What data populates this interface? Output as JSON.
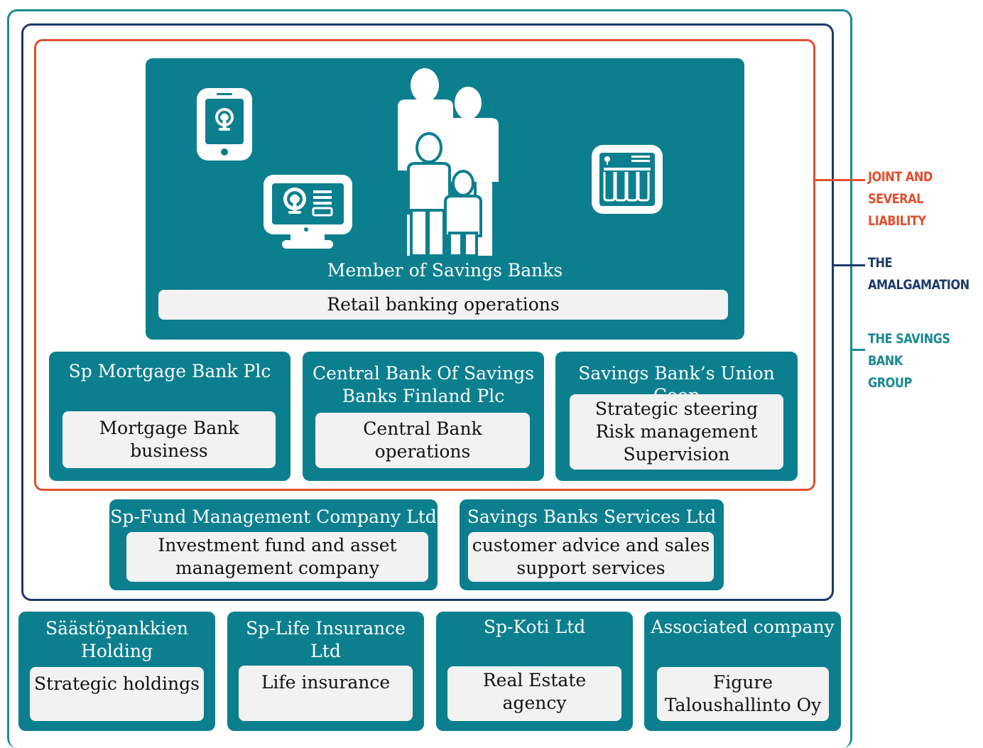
{
  "legend": {
    "liability": {
      "lines": [
        "JOINT AND SEVERAL",
        "LIABILITY"
      ],
      "color": "#e0502f"
    },
    "amalgamation": {
      "lines": [
        "THE AMALGAMATION"
      ],
      "color": "#1d3a6b"
    },
    "group": {
      "lines": [
        "THE SAVINGS BANK",
        "GROUP"
      ],
      "color": "#1a8a93"
    }
  },
  "colors": {
    "box": "#0c7f8f",
    "inner": "#f2f2f2"
  },
  "main": {
    "title": "Member of Savings Banks",
    "function": "Retail banking operations",
    "icons": [
      "mobile-banking-icon",
      "online-banking-icon",
      "family-icon",
      "bank-card-icon"
    ]
  },
  "liability_row": [
    {
      "name": "Sp Mortgage Bank Plc",
      "function_lines": [
        "Mortgage Bank",
        "business"
      ]
    },
    {
      "name_lines": [
        "Central Bank Of Savings",
        "Banks Finland Plc"
      ],
      "function_lines": [
        "Central Bank",
        "operations"
      ]
    },
    {
      "name": "Savings Bank’s Union Coop",
      "function_lines": [
        "Strategic steering",
        "Risk management",
        "Supervision"
      ]
    }
  ],
  "amalgamation_row": [
    {
      "name": "Sp-Fund Management Company Ltd",
      "function_lines": [
        "Investment fund and asset",
        "management company"
      ]
    },
    {
      "name": "Savings Banks Services Ltd",
      "function_lines": [
        "customer advice and sales",
        "support services"
      ]
    }
  ],
  "group_row": [
    {
      "name_lines": [
        "Säästöpankkien",
        "Holding"
      ],
      "function": "Strategic holdings"
    },
    {
      "name_lines": [
        "Sp-Life Insurance",
        "Ltd"
      ],
      "function": "Life insurance"
    },
    {
      "name": "Sp-Koti Ltd",
      "function": "Real Estate agency"
    },
    {
      "name": "Associated company",
      "function_lines": [
        "Figure",
        "Taloushallinto Oy"
      ]
    }
  ]
}
